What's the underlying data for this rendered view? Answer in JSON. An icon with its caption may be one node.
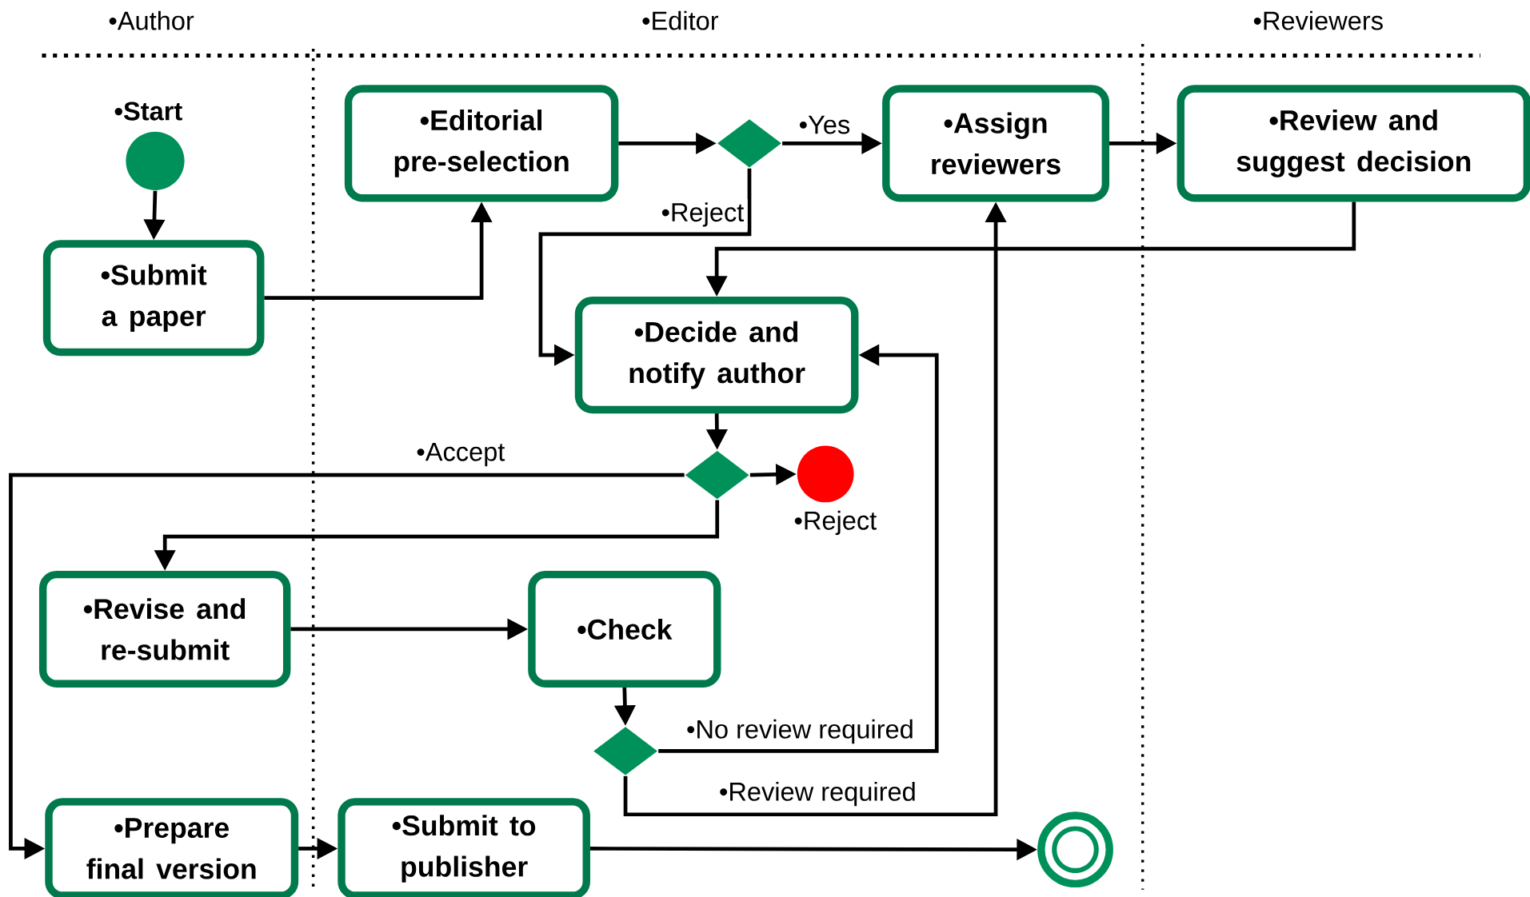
{
  "diagram": {
    "nodes": [
      {
        "text": [],
        "shape": "circle",
        "beside": [
          "•Start"
        ]
      },
      {
        "text": [
          "•Submit a paper"
        ]
      },
      {
        "text": [
          "•Editorial pre-selection"
        ]
      },
      {
        "text": [],
        "shape": "diamond"
      },
      {
        "text": [
          "•Assign reviewers"
        ]
      },
      {
        "text": [
          "•Review and suggest decision"
        ]
      },
      {
        "text": [
          "•Decide and notify author"
        ]
      },
      {
        "text": [],
        "shape": "diamond"
      },
      {
        "text": [],
        "shape": "circle",
        "beside": [
          "•Reject"
        ]
      },
      {
        "text": [
          "•Revise and re-submit"
        ]
      },
      {
        "text": [
          "•Check"
        ]
      },
      {
        "text": [],
        "shape": "diamond"
      },
      {
        "text": [
          "•Prepare final version"
        ]
      },
      {
        "text": [
          "•Submit to publisher"
        ]
      },
      {
        "text": [],
        "shape": "circle"
      }
    ],
    "edges": [
      {
        "from": 0,
        "to": 1,
        "arrow": "to"
      },
      {
        "from": 1,
        "to": 2,
        "arrow": "to"
      },
      {
        "from": 2,
        "to": 3,
        "arrow": "to"
      },
      {
        "from": 3,
        "to": 4,
        "arrow": "to",
        "label": "•Yes"
      },
      {
        "from": 3,
        "to": 6,
        "arrow": "to",
        "label": "•Reject"
      },
      {
        "from": 4,
        "to": 5,
        "arrow": "to"
      },
      {
        "from": 5,
        "to": 6,
        "arrow": "to"
      },
      {
        "from": 6,
        "to": 7,
        "arrow": "to"
      },
      {
        "from": 7,
        "to": 8,
        "arrow": "to"
      },
      {
        "from": 7,
        "to": 12,
        "arrow": "to",
        "label": "•Accept"
      },
      {
        "from": 7,
        "to": 9,
        "arrow": "to"
      },
      {
        "from": 9,
        "to": 10,
        "arrow": "to"
      },
      {
        "from": 10,
        "to": 11,
        "arrow": "to"
      },
      {
        "from": 11,
        "to": 6,
        "arrow": "to",
        "label": "•No review required"
      },
      {
        "from": 11,
        "to": 4,
        "arrow": "to",
        "label": "•Review required"
      },
      {
        "from": 12,
        "to": 13,
        "arrow": "to"
      },
      {
        "from": 13,
        "to": 14,
        "arrow": "to"
      }
    ],
    "labels": [
      "•Author",
      "•Editor",
      "•Reviewers"
    ]
  }
}
